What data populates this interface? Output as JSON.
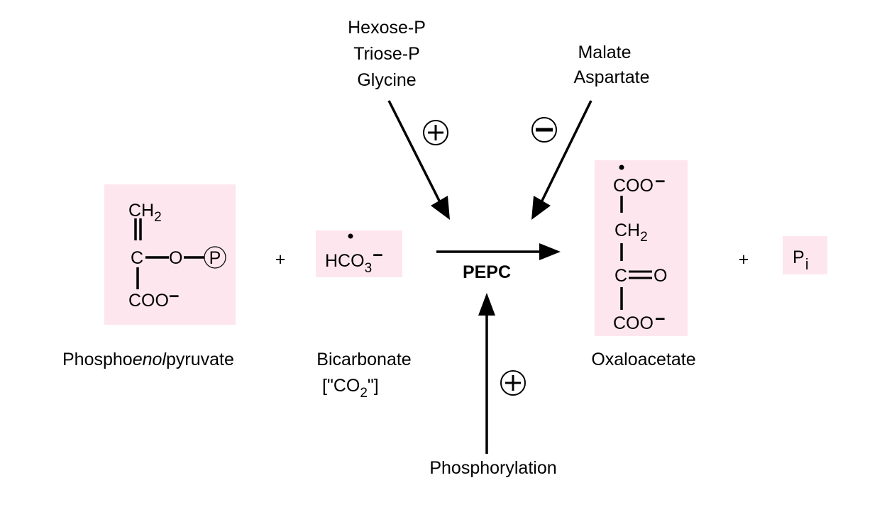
{
  "colors": {
    "highlight_box": "#fde6ee",
    "ink": "#000000"
  },
  "activators_top": {
    "lines": [
      "Hexose-P",
      "Triose-P",
      "Glycine"
    ],
    "effect_symbol": "+"
  },
  "inhibitors_top": {
    "lines": [
      "Malate",
      "Aspartate"
    ],
    "effect_symbol": "−"
  },
  "regulation_bottom": {
    "label": "Phosphorylation",
    "effect_symbol": "+"
  },
  "enzyme": {
    "label": "PEPC"
  },
  "plus_sign": "+",
  "pep": {
    "name_prefix": "Phospho",
    "name_italic": "enol",
    "name_suffix": "pyruvate",
    "ch2": "CH",
    "ch2_sub": "2",
    "c": "C",
    "o": "O",
    "p": "P",
    "coo": "COO",
    "charge": "−"
  },
  "bicarbonate": {
    "formula": "HCO",
    "formula_sub": "3",
    "charge": "−",
    "name": "Bicarbonate",
    "alias_open": "[\"CO",
    "alias_sub": "2",
    "alias_close": "\"]"
  },
  "oxaloacetate": {
    "name": "Oxaloacetate",
    "coo": "COO",
    "charge": "−",
    "ch2": "CH",
    "ch2_sub": "2",
    "c": "C",
    "o": "O"
  },
  "phosphate": {
    "p": "P",
    "sub": "i"
  }
}
